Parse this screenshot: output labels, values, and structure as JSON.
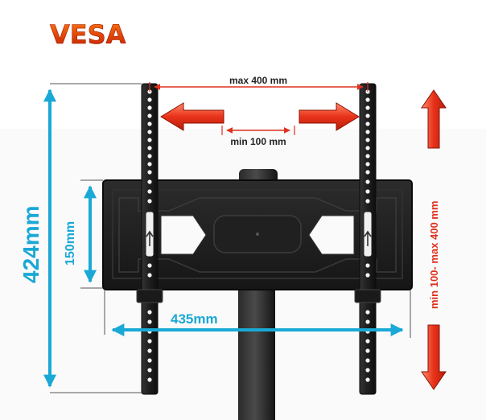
{
  "title": "VESA",
  "labels": {
    "max_width": "max 400 mm",
    "min_width": "min 100 mm",
    "height_total": "424mm",
    "bracket_height": "150mm",
    "bracket_width": "435mm",
    "vertical_range": "min 100- max 400 mm"
  },
  "colors": {
    "title_gradient_top": "#ff6a00",
    "title_gradient_bottom": "#c01800",
    "dimension_cyan": "#1aa8d6",
    "arrow_red": "#e8321a",
    "metal_dark": "#1e1e1e"
  },
  "icons": {
    "horizontal_arrows": "red-left-right-arrows",
    "vertical_arrows": "red-up-down-arrows"
  }
}
